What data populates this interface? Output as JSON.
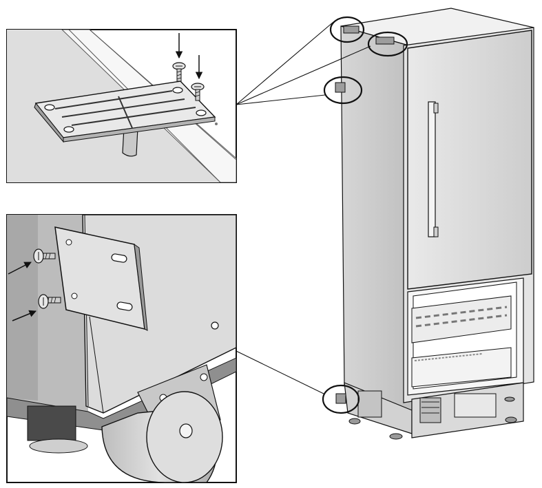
{
  "figure": {
    "subject": "refrigerator-installation-brackets",
    "detail_top": "top-mounting-bracket-with-two-screws",
    "detail_bottom": "side-anti-tip-bracket-with-two-screws-above-caster",
    "callouts": 4,
    "colors": {
      "outline": "#111111",
      "cabinet_light": "#e6e6e6",
      "cabinet_side": "#cfcfcf",
      "door": "#d9d9d9",
      "shadow": "#9a9a9a",
      "dark": "#3c3c3c",
      "background": "#ffffff"
    }
  }
}
